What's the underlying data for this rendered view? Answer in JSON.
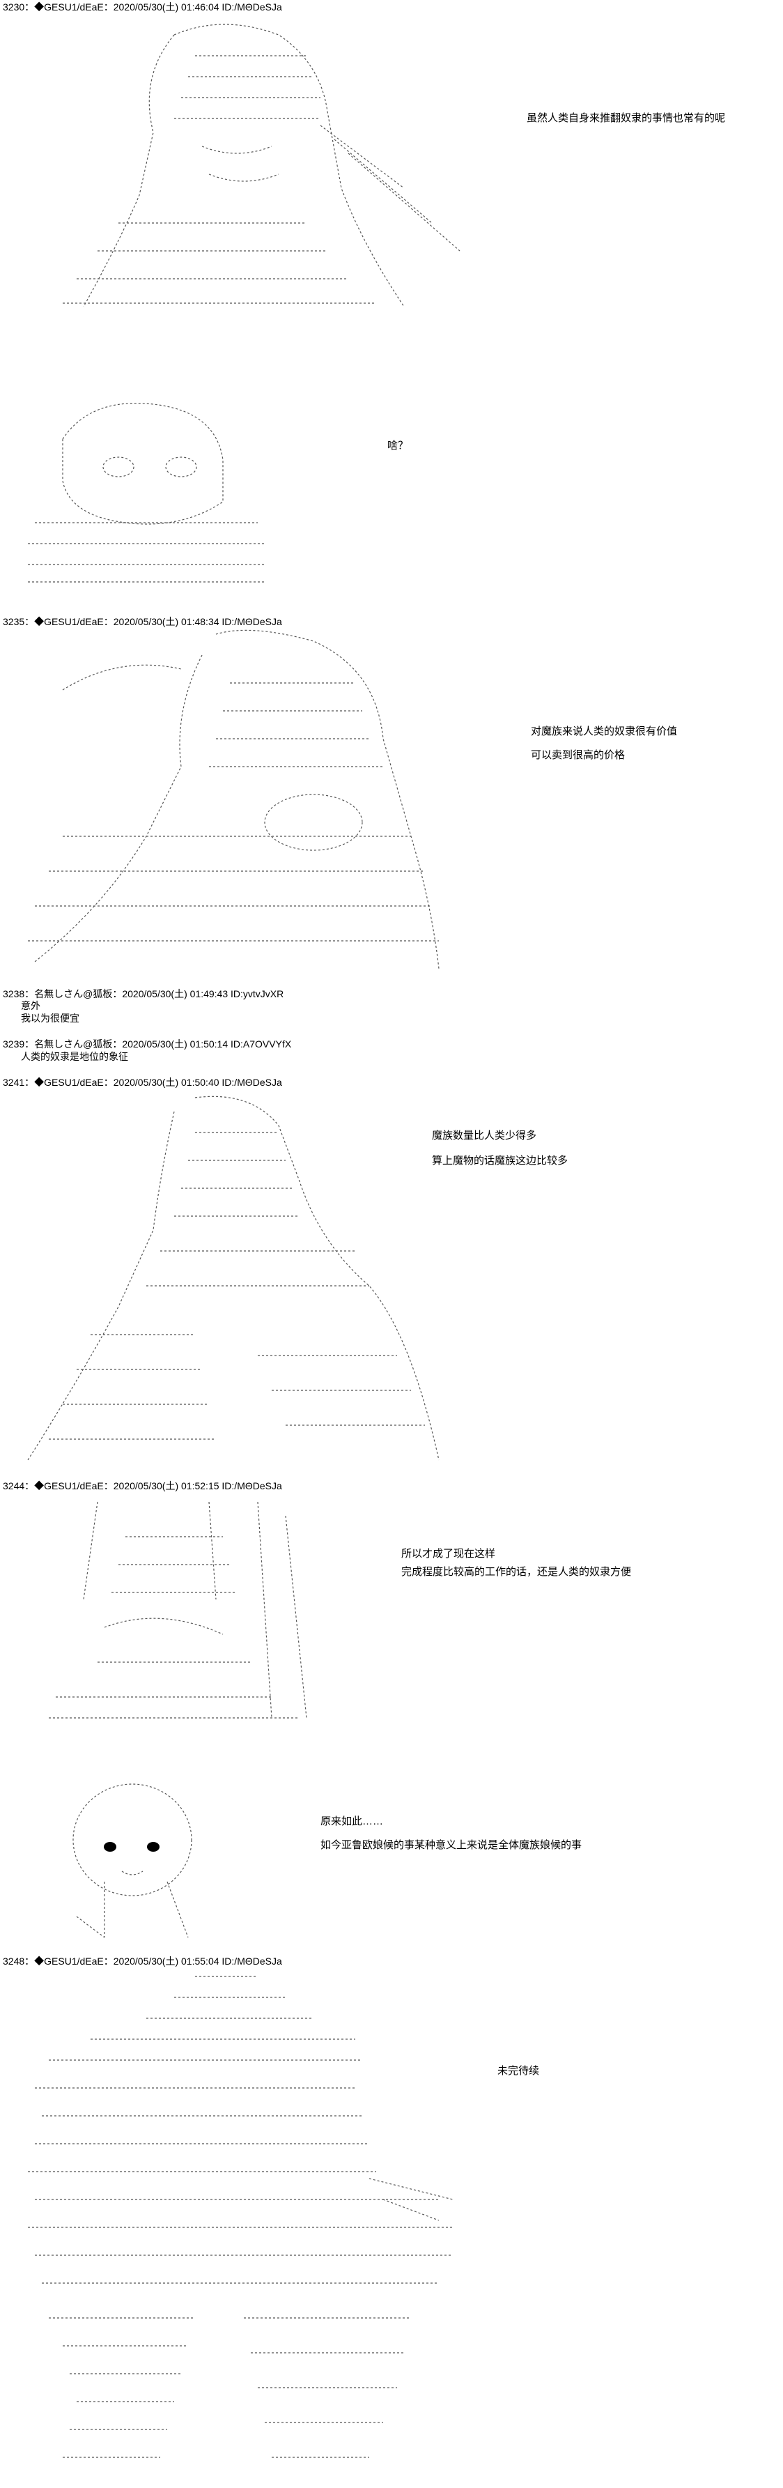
{
  "posts": [
    {
      "header": "3230：◆GESU1/dEaE：2020/05/30(土) 01:46:04 ID:/MΘDeSJa",
      "lines": [
        "虽然人类自身来推翻奴隶的事情也常有的呢"
      ]
    },
    {
      "header": "",
      "lines": [
        "啥？"
      ]
    },
    {
      "header": "3235：◆GESU1/dEaE：2020/05/30(土) 01:48:34 ID:/MΘDeSJa",
      "lines": [
        "对魔族来说人类的奴隶很有价值",
        "可以卖到很高的价格"
      ]
    },
    {
      "header": "3238：名無しさん@狐板：2020/05/30(土) 01:49:43 ID:yvtvJvXR",
      "lines": [
        "意外",
        "我以为很便宜"
      ]
    },
    {
      "header": "3239：名無しさん@狐板：2020/05/30(土) 01:50:14 ID:A7OVVYfX",
      "lines": [
        "人类的奴隶是地位的象征"
      ]
    },
    {
      "header": "3241：◆GESU1/dEaE：2020/05/30(土) 01:50:40 ID:/MΘDeSJa",
      "lines": [
        "魔族数量比人类少得多",
        "算上魔物的话魔族这边比较多"
      ]
    },
    {
      "header": "3244：◆GESU1/dEaE：2020/05/30(土) 01:52:15 ID:/MΘDeSJa",
      "lines": [
        "所以才成了现在这样",
        "完成程度比较高的工作的话，还是人类的奴隶方便"
      ]
    },
    {
      "header": "",
      "lines": [
        "原来如此……",
        "如今亚鲁欧娘候的事某种意义上来说是全体魔族娘候的事"
      ]
    },
    {
      "header": "3248：◆GESU1/dEaE：2020/05/30(土) 01:55:04 ID:/MΘDeSJa",
      "lines": [
        "未完待续"
      ]
    }
  ]
}
